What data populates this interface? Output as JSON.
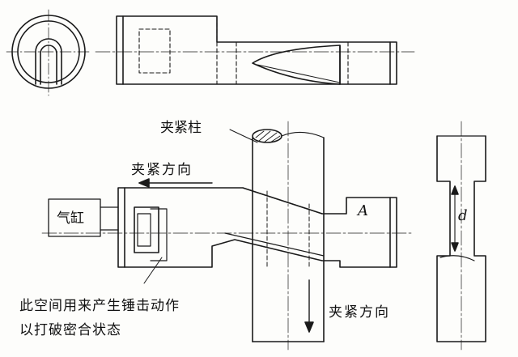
{
  "labels": {
    "clamp_post": "夹紧柱",
    "clamp_direction_top": "夹紧方向",
    "cylinder": "气缸",
    "point_a": "A",
    "clamp_direction_bottom": "夹紧方向",
    "dimension_d": "d",
    "note_line1": "此空间用来产生锤击动作",
    "note_line2": "以打破密合状态"
  }
}
